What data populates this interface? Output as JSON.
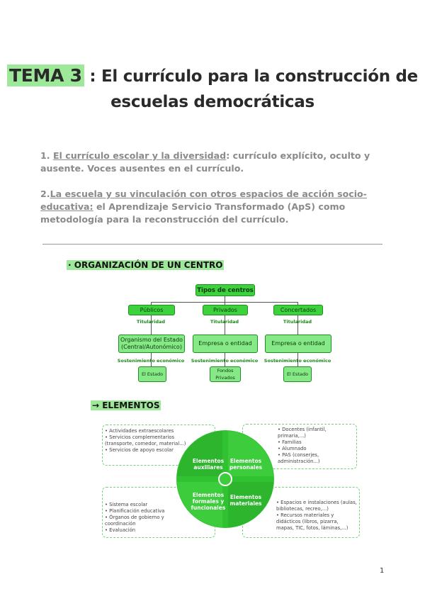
{
  "title": {
    "highlight": "TEMA 3",
    "rest": ": El currículo para la construcción de",
    "line2": "escuelas democráticas"
  },
  "items": [
    {
      "prefix": "1.  ",
      "link": "El currículo escolar y la diversidad",
      "text": ": currículo explícito, oculto y ausente. Voces ausentes en el currículo."
    },
    {
      "prefix": "2.",
      "link": "La escuela y su vinculación con otros espacios de acción socio-educativa:",
      "text": " el Aprendizaje Servicio Transformado (ApS) como metodología para la reconstrucción del currículo."
    }
  ],
  "org_heading": "· ORGANIZACIÓN DE UN CENTRO",
  "org": {
    "root": "Tipos de centros",
    "types": [
      "Públicos",
      "Privados",
      "Concertados"
    ],
    "titularidad": "Titularidad",
    "owners": [
      "Organismo del Estado (Central/Autonómico)",
      "Empresa o entidad",
      "Empresa o entidad"
    ],
    "sostenimiento": "Sostenimiento económico",
    "funding": [
      "El Estado",
      "Fondos Privados",
      "El Estado"
    ]
  },
  "elem_heading": "→ ELEMENTOS",
  "elements": {
    "quadrants": [
      "Elementos auxiliares",
      "Elementos personales",
      "Elementos formales y funcionales",
      "Elementos materiales"
    ],
    "auxiliares": [
      "Actividades extraescolares",
      "Servicios complementarios (transporte, comedor, material...)",
      "Servicios de apoyo escolar"
    ],
    "personales": [
      "Docentes (infantil, primaria,...)",
      "Familias",
      "Alumnado",
      "PAS (conserjes, administración...)"
    ],
    "formales": [
      "Sistema escolar",
      "Planificación educativa",
      "Órganos de gobierno y coordinación",
      "Evaluación"
    ],
    "materiales": [
      "Espacios e instalaciones (aulas, bibliotecas, recreo,...)",
      "Recursos materiales y didácticos (libros, pizarra, mapas, TIC, fotos, láminas,...)"
    ]
  },
  "page_number": "1",
  "colors": {
    "highlight": "#9ee89a",
    "green": "#3dd23d",
    "dark_green": "#2e9e2e"
  }
}
